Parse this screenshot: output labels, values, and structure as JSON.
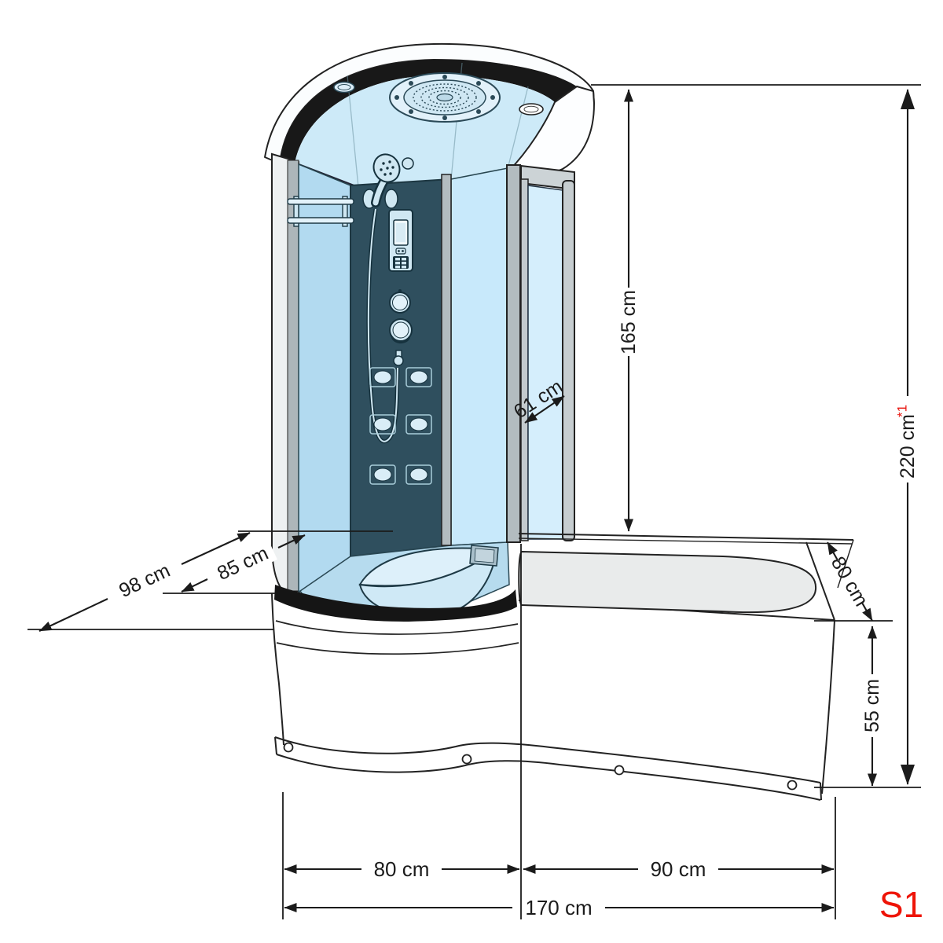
{
  "labels": {
    "inner_height": "165 cm",
    "total_height": "220 cm",
    "total_height_note": "*1",
    "door_width": "61 cm",
    "outer_depth": "98 cm",
    "inner_depth": "85 cm",
    "tub_depth": "80 cm",
    "tub_height": "55 cm",
    "shower_section_width": "80 cm",
    "tub_section_width": "90 cm",
    "total_width": "170 cm",
    "model": "S1"
  },
  "colors": {
    "annotation": "#1b1b1b",
    "note_red": "#e8150f",
    "model_red": "#ee1407",
    "glass_blue": "#c3e5f8",
    "glass_deep_blue": "#b2daf0",
    "door_glass": "#d5eefc",
    "panel_teal": "#2f4f5e",
    "frame_gray": "#b3bcc0",
    "ceiling_blue": "#cdeaf8",
    "floor_blue": "#b6dbee",
    "trim_black": "#171717",
    "basin_gray": "#e9ebeb"
  }
}
